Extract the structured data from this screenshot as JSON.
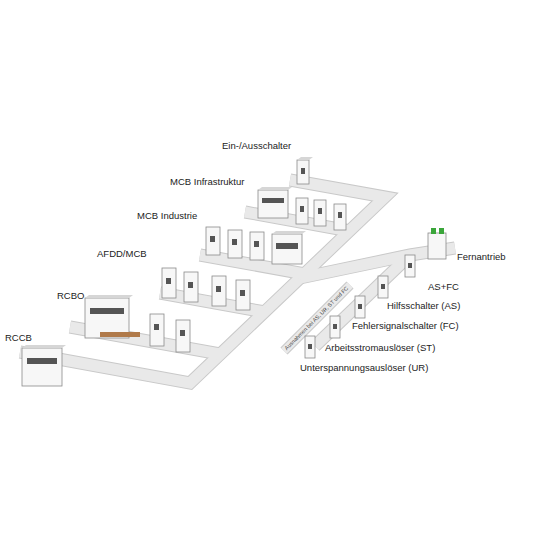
{
  "diagram": {
    "labels": [
      "Ein-/Ausschalter",
      "MCB Infrastruktur",
      "MCB Industrie",
      "Fernantrieb",
      "AFDD/MCB",
      "AS+FC",
      "RCBO",
      "Hilfsschalter (AS)",
      "Fehlersignalschalter (FC)",
      "Ausnahmen bei AS, UR, ST und FC",
      "Arbeitsstromauslöser (ST)",
      "RCCB",
      "Unterspannungsauslöser (UR)"
    ]
  }
}
